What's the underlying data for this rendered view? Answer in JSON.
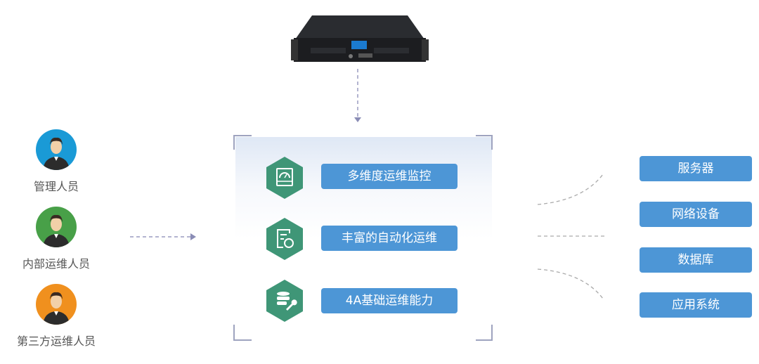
{
  "device": {
    "name": "bastion-host-appliance"
  },
  "users": [
    {
      "label": "管理人员",
      "color": "#1a9ad6"
    },
    {
      "label": "内部运维人员",
      "color": "#48a048"
    },
    {
      "label": "第三方运维人员",
      "color": "#f0901e"
    }
  ],
  "features": [
    {
      "label": "多维度运维监控",
      "icon": "monitor-gauge-icon"
    },
    {
      "label": "丰富的自动化运维",
      "icon": "document-refresh-icon"
    },
    {
      "label": "4A基础运维能力",
      "icon": "database-wrench-icon"
    }
  ],
  "targets": [
    {
      "label": "服务器"
    },
    {
      "label": "网络设备"
    },
    {
      "label": "数据库"
    },
    {
      "label": "应用系统"
    }
  ],
  "colors": {
    "button": "#4d96d6",
    "hex": "#3f9677",
    "dash": "#9a9cc0"
  }
}
